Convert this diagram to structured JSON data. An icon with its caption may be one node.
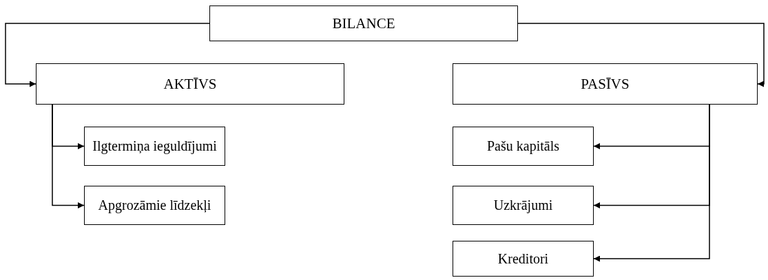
{
  "diagram": {
    "nodes": [
      {
        "text": [
          "BILANCE"
        ]
      },
      {
        "text": [
          "AKTĪVS"
        ]
      },
      {
        "text": [
          "PASĪVS"
        ]
      },
      {
        "text": [
          "Ilgtermiņa ieguldījumi"
        ]
      },
      {
        "text": [
          "Apgrozāmie līdzekļi"
        ]
      },
      {
        "text": [
          "Pašu kapitāls"
        ]
      },
      {
        "text": [
          "Uzkrājumi"
        ]
      },
      {
        "text": [
          "Kreditori"
        ]
      }
    ],
    "edges": [
      {
        "from": 0,
        "to": 1,
        "arrow": "to"
      },
      {
        "from": 0,
        "to": 2,
        "arrow": "to"
      },
      {
        "from": 1,
        "to": 3,
        "arrow": "to"
      },
      {
        "from": 1,
        "to": 4,
        "arrow": "to"
      },
      {
        "from": 2,
        "to": 5,
        "arrow": "to"
      },
      {
        "from": 2,
        "to": 6,
        "arrow": "to"
      },
      {
        "from": 2,
        "to": 7,
        "arrow": "to"
      }
    ]
  }
}
